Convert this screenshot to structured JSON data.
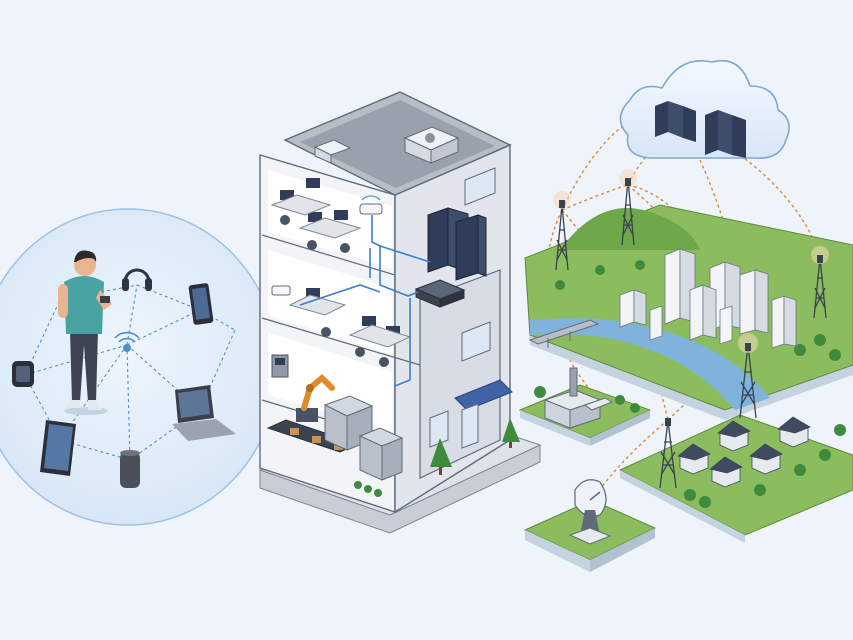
{
  "scene": {
    "colors": {
      "background": "#eef4fa",
      "bubble_fill": "#ddeaf7",
      "bubble_stroke": "#8fb8e0",
      "wifi_link": "#4f8fcf",
      "cellular_link": "#e0873a",
      "wired_link": "#3a7fd0",
      "building_wall": "#e6e9ee",
      "building_edge": "#5f6b7a",
      "server": "#2f3d58",
      "grass": "#8bbd5e",
      "water": "#7fb3dc",
      "robot_arm": "#e08a2e"
    },
    "groups": [
      {
        "id": "personal-area-network",
        "icons": [
          "person-icon",
          "headphones-icon",
          "smartphone-icon",
          "wifi-hub-icon",
          "smartwatch-icon",
          "tablet-icon",
          "smart-speaker-icon",
          "laptop-icon"
        ]
      },
      {
        "id": "enterprise-building",
        "icons": [
          "office-desk-icon",
          "wireless-access-point-icon",
          "server-rack-icon",
          "network-switch-icon",
          "robot-arm-icon",
          "conveyor-belt-icon",
          "industrial-machine-icon",
          "awning-icon",
          "tree-icon",
          "hvac-unit-icon"
        ]
      },
      {
        "id": "cloud-and-city",
        "icons": [
          "cloud-icon",
          "server-rack-icon",
          "cell-tower-icon",
          "skyscraper-icon",
          "factory-icon",
          "bridge-icon",
          "house-icon",
          "satellite-dish-icon",
          "river-icon",
          "hill-icon"
        ]
      }
    ]
  }
}
